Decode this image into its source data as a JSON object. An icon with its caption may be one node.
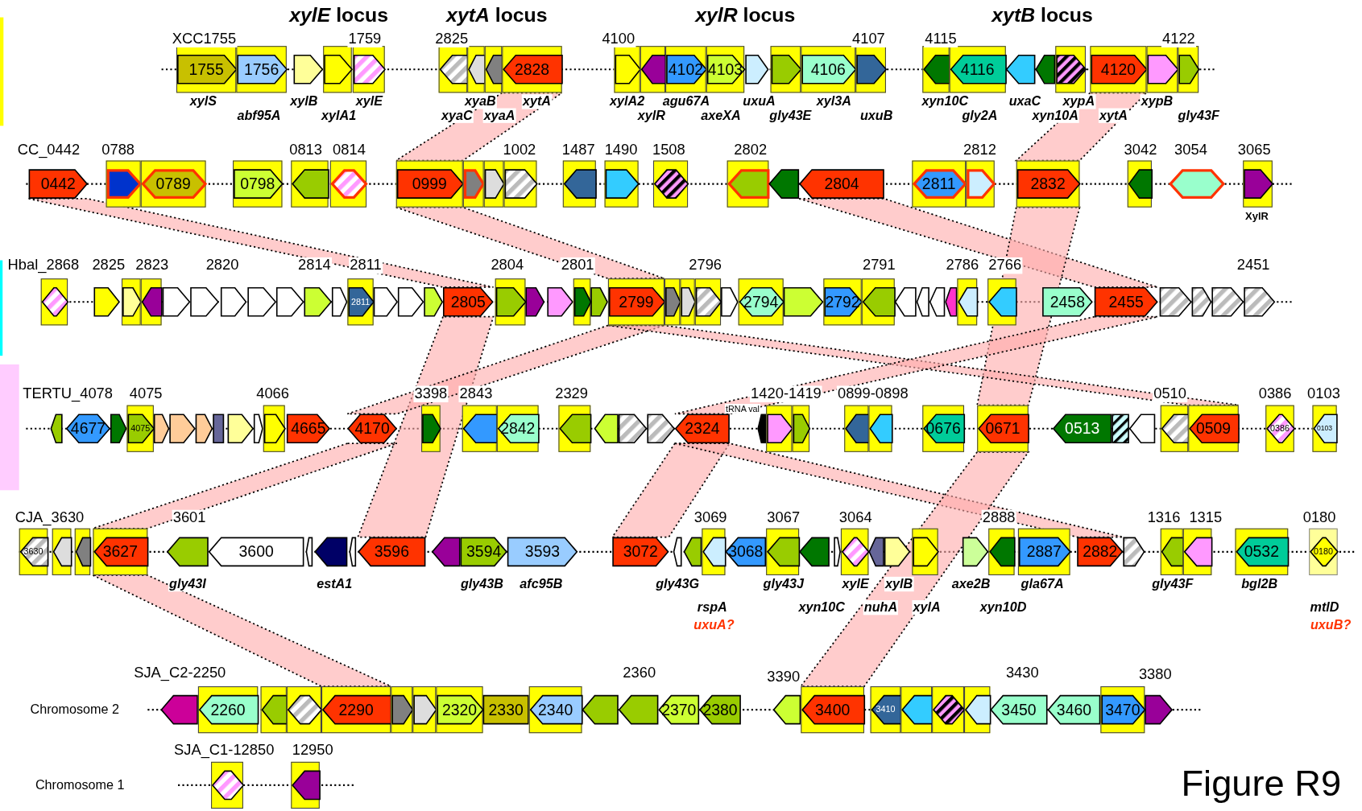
{
  "diagram": {
    "caption": "Figure R9",
    "nodes": [
      {
        "text": [
          "1755"
        ]
      },
      {
        "text": [
          "1756"
        ]
      },
      {
        "text": [],
        "shape": "pentagon"
      },
      {
        "text": [],
        "shape": "pentagon"
      },
      {
        "text": [],
        "shape": "pentagon"
      },
      {
        "text": [],
        "shape": "pentagon"
      },
      {
        "text": [],
        "shape": "pentagon"
      },
      {
        "text": [],
        "shape": "pentagon"
      },
      {
        "text": [
          "2828"
        ]
      },
      {
        "text": [],
        "shape": "pentagon"
      },
      {
        "text": [],
        "shape": "pentagon"
      },
      {
        "text": [
          "4102"
        ]
      },
      {
        "text": [
          "4103"
        ]
      },
      {
        "text": [],
        "shape": "pentagon"
      },
      {
        "text": [],
        "shape": "pentagon"
      },
      {
        "text": [
          "4106"
        ]
      },
      {
        "text": [],
        "shape": "pentagon"
      },
      {
        "text": [],
        "shape": "pentagon"
      },
      {
        "text": [
          "4116"
        ]
      },
      {
        "text": [],
        "shape": "pentagon"
      },
      {
        "text": [],
        "shape": "pentagon"
      },
      {
        "text": [],
        "shape": "pentagon"
      },
      {
        "text": [
          "4120"
        ]
      },
      {
        "text": [],
        "shape": "pentagon"
      },
      {
        "text": [],
        "shape": "pentagon"
      },
      {
        "text": [
          "0442"
        ]
      },
      {
        "text": [],
        "shape": "pentagon"
      },
      {
        "text": [
          "0789"
        ]
      },
      {
        "text": [
          "0798"
        ]
      },
      {
        "text": [],
        "shape": "pentagon"
      },
      {
        "text": [],
        "shape": "hexagon"
      },
      {
        "text": [
          "0999"
        ]
      },
      {
        "text": [],
        "shape": "pentagon"
      },
      {
        "text": [],
        "shape": "pentagon"
      },
      {
        "text": [],
        "shape": "pentagon"
      },
      {
        "text": [],
        "shape": "pentagon"
      },
      {
        "text": [],
        "shape": "pentagon"
      },
      {
        "text": [],
        "shape": "hexagon"
      },
      {
        "text": [],
        "shape": "pentagon"
      },
      {
        "text": [],
        "shape": "pentagon"
      },
      {
        "text": [
          "2804"
        ]
      },
      {
        "text": [
          "2811"
        ]
      },
      {
        "text": [],
        "shape": "pentagon"
      },
      {
        "text": [
          "2832"
        ]
      },
      {
        "text": [],
        "shape": "pentagon"
      },
      {
        "text": [],
        "shape": "hexagon"
      },
      {
        "text": [],
        "shape": "pentagon"
      },
      {
        "text": [],
        "shape": "hexagon"
      },
      {
        "text": [],
        "shape": "pentagon"
      },
      {
        "text": [],
        "shape": "pentagon"
      },
      {
        "text": [],
        "shape": "pentagon"
      },
      {
        "text": [],
        "shape": "pentagon"
      },
      {
        "text": [],
        "shape": "pentagon"
      },
      {
        "text": [],
        "shape": "pentagon"
      },
      {
        "text": [],
        "shape": "pentagon"
      },
      {
        "text": [],
        "shape": "pentagon"
      },
      {
        "text": [],
        "shape": "pentagon"
      },
      {
        "text": [],
        "shape": "pentagon"
      },
      {
        "text": [
          "2811"
        ]
      },
      {
        "text": [],
        "shape": "pentagon"
      },
      {
        "text": [],
        "shape": "pentagon"
      },
      {
        "text": [],
        "shape": "pentagon"
      },
      {
        "text": [
          "2805"
        ]
      },
      {
        "text": [],
        "shape": "pentagon"
      },
      {
        "text": [],
        "shape": "pentagon"
      },
      {
        "text": [],
        "shape": "pentagon"
      },
      {
        "text": [],
        "shape": "pentagon"
      },
      {
        "text": [],
        "shape": "pentagon"
      },
      {
        "text": [
          "2799"
        ]
      },
      {
        "text": [],
        "shape": "pentagon"
      },
      {
        "text": [],
        "shape": "pentagon"
      },
      {
        "text": [],
        "shape": "pentagon"
      },
      {
        "text": [],
        "shape": "pentagon"
      },
      {
        "text": [
          "2794"
        ]
      },
      {
        "text": [],
        "shape": "pentagon"
      },
      {
        "text": [
          "2792"
        ]
      },
      {
        "text": [],
        "shape": "pentagon"
      },
      {
        "text": [],
        "shape": "pentagon"
      },
      {
        "text": [],
        "shape": "pentagon"
      },
      {
        "text": [],
        "shape": "pentagon"
      },
      {
        "text": [],
        "shape": "pentagon"
      },
      {
        "text": [],
        "shape": "pentagon"
      },
      {
        "text": [],
        "shape": "pentagon"
      },
      {
        "text": [
          "2458"
        ]
      },
      {
        "text": [
          "2455"
        ]
      },
      {
        "text": [],
        "shape": "pentagon"
      },
      {
        "text": [],
        "shape": "pentagon"
      },
      {
        "text": [],
        "shape": "pentagon"
      },
      {
        "text": [],
        "shape": "pentagon"
      },
      {
        "text": [],
        "shape": "pentagon"
      },
      {
        "text": [
          "4677"
        ]
      },
      {
        "text": [],
        "shape": "pentagon"
      },
      {
        "text": [
          "4075"
        ]
      },
      {
        "text": [],
        "shape": "pentagon"
      },
      {
        "text": [],
        "shape": "pentagon"
      },
      {
        "text": [],
        "shape": "pentagon"
      },
      {
        "text": [],
        "shape": "box"
      },
      {
        "text": [],
        "shape": "pentagon"
      },
      {
        "text": [],
        "shape": "pentagon"
      },
      {
        "text": [],
        "shape": "pentagon"
      },
      {
        "text": [
          "4665"
        ]
      },
      {
        "text": [
          "4170"
        ]
      },
      {
        "text": [],
        "shape": "pentagon"
      },
      {
        "text": [],
        "shape": "pentagon"
      },
      {
        "text": [
          "2842"
        ]
      },
      {
        "text": [],
        "shape": "pentagon"
      },
      {
        "text": [],
        "shape": "pentagon"
      },
      {
        "text": [],
        "shape": "pentagon"
      },
      {
        "text": [],
        "shape": "pentagon"
      },
      {
        "text": [
          "2324"
        ]
      },
      {
        "text": [],
        "shape": "pentagon"
      },
      {
        "text": [],
        "shape": "pentagon"
      },
      {
        "text": [],
        "shape": "pentagon"
      },
      {
        "text": [],
        "shape": "pentagon"
      },
      {
        "text": [],
        "shape": "pentagon"
      },
      {
        "text": [
          "0676"
        ]
      },
      {
        "text": [
          "0671"
        ]
      },
      {
        "text": [
          "0513"
        ]
      },
      {
        "text": [],
        "shape": "box"
      },
      {
        "text": [],
        "shape": "pentagon"
      },
      {
        "text": [],
        "shape": "pentagon"
      },
      {
        "text": [
          "0509"
        ]
      },
      {
        "text": [
          "0386"
        ]
      },
      {
        "text": [
          "0103"
        ]
      },
      {
        "text": [
          "3630"
        ]
      },
      {
        "text": [],
        "shape": "pentagon"
      },
      {
        "text": [],
        "shape": "pentagon"
      },
      {
        "text": [
          "3627"
        ]
      },
      {
        "text": [],
        "shape": "pentagon"
      },
      {
        "text": [
          "3600"
        ]
      },
      {
        "text": [],
        "shape": "pentagon"
      },
      {
        "text": [],
        "shape": "pentagon"
      },
      {
        "text": [],
        "shape": "pentagon"
      },
      {
        "text": [
          "3596"
        ]
      },
      {
        "text": [],
        "shape": "pentagon"
      },
      {
        "text": [
          "3594"
        ]
      },
      {
        "text": [
          "3593"
        ]
      },
      {
        "text": [
          "3072"
        ]
      },
      {
        "text": [],
        "shape": "pentagon"
      },
      {
        "text": [],
        "shape": "pentagon"
      },
      {
        "text": [],
        "shape": "pentagon"
      },
      {
        "text": [
          "3068"
        ]
      },
      {
        "text": [],
        "shape": "pentagon"
      },
      {
        "text": [],
        "shape": "pentagon"
      },
      {
        "text": [],
        "shape": "pentagon"
      },
      {
        "text": [],
        "shape": "hexagon"
      },
      {
        "text": [],
        "shape": "pentagon"
      },
      {
        "text": [],
        "shape": "pentagon"
      },
      {
        "text": [],
        "shape": "pentagon"
      },
      {
        "text": [],
        "shape": "pentagon"
      },
      {
        "text": [],
        "shape": "pentagon"
      },
      {
        "text": [
          "2887"
        ]
      },
      {
        "text": [
          "2882"
        ]
      },
      {
        "text": [],
        "shape": "pentagon"
      },
      {
        "text": [],
        "shape": "pentagon"
      },
      {
        "text": [],
        "shape": "pentagon"
      },
      {
        "text": [
          "0532"
        ]
      },
      {
        "text": [
          "0180"
        ]
      },
      {
        "text": [],
        "shape": "pentagon"
      },
      {
        "text": [
          "2260"
        ]
      },
      {
        "text": [],
        "shape": "pentagon"
      },
      {
        "text": [],
        "shape": "hexagon"
      },
      {
        "text": [
          "2290"
        ]
      },
      {
        "text": [],
        "shape": "pentagon"
      },
      {
        "text": [],
        "shape": "pentagon"
      },
      {
        "text": [
          "2320"
        ]
      },
      {
        "text": [
          "2330"
        ]
      },
      {
        "text": [
          "2340"
        ]
      },
      {
        "text": [],
        "shape": "pentagon"
      },
      {
        "text": [],
        "shape": "pentagon"
      },
      {
        "text": [
          "2370"
        ]
      },
      {
        "text": [
          "2380"
        ]
      },
      {
        "text": [],
        "shape": "pentagon"
      },
      {
        "text": [
          "3400"
        ]
      },
      {
        "text": [
          "3410"
        ]
      },
      {
        "text": [],
        "shape": "pentagon"
      },
      {
        "text": [],
        "shape": "hexagon"
      },
      {
        "text": [],
        "shape": "pentagon"
      },
      {
        "text": [
          "3450"
        ]
      },
      {
        "text": [
          "3460"
        ]
      },
      {
        "text": [
          "3470"
        ]
      },
      {
        "text": [],
        "shape": "pentagon"
      },
      {
        "text": [],
        "shape": "hexagon"
      },
      {
        "text": [],
        "shape": "pentagon"
      }
    ],
    "edges": [
      {
        "from": 8,
        "to": 31,
        "arrow": "none"
      },
      {
        "from": 22,
        "to": 43,
        "arrow": "none"
      },
      {
        "from": 25,
        "to": 62,
        "arrow": "none"
      },
      {
        "from": 31,
        "to": 68,
        "arrow": "none"
      },
      {
        "from": 40,
        "to": 84,
        "arrow": "none"
      },
      {
        "from": 43,
        "to": 116,
        "arrow": "none"
      },
      {
        "from": 62,
        "to": 133,
        "arrow": "none"
      },
      {
        "from": 68,
        "to": 101,
        "arrow": "none"
      },
      {
        "from": 68,
        "to": 121,
        "arrow": "none"
      },
      {
        "from": 84,
        "to": 109,
        "arrow": "none"
      },
      {
        "from": 101,
        "to": 127,
        "arrow": "none"
      },
      {
        "from": 109,
        "to": 137,
        "arrow": "none"
      },
      {
        "from": 109,
        "to": 152,
        "arrow": "none"
      },
      {
        "from": 127,
        "to": 162,
        "arrow": "none"
      },
      {
        "from": 116,
        "to": 173,
        "arrow": "none"
      }
    ],
    "labels": [
      "*xylE* locus",
      "*xytA* locus",
      "*xylR* locus",
      "*xytB* locus",
      "XCC1755",
      "1759",
      "2825",
      "4100",
      "4107",
      "4115",
      "4122",
      "xylS",
      "xylB",
      "xylE",
      "xyaB",
      "xytA",
      "xylA2",
      "agu67A",
      "uxuA",
      "xyl3A",
      "xyn10C",
      "uxaC",
      "xypA",
      "xypB",
      "abf95A",
      "xylA1",
      "xyaC",
      "xyaA",
      "xylR",
      "axeXA",
      "gly43E",
      "uxuB",
      "gly2A",
      "xyn10A",
      "xytA",
      "gly43F",
      "CC_0442",
      "0788",
      "0813",
      "0814",
      "1002",
      "1487",
      "1490",
      "1508",
      "2802",
      "2812",
      "3042",
      "3054",
      "3065",
      "XylR",
      "Hbal_2868",
      "2825",
      "2823",
      "2820",
      "2814",
      "2811",
      "2804",
      "2801",
      "2796",
      "2791",
      "2786",
      "2766",
      "2451",
      "TERTU_4078",
      "4075",
      "4066",
      "3398",
      "2843",
      "2329",
      "1420-1419",
      "0899-0898",
      "0510",
      "0386",
      "0103",
      "tRNA val",
      "CJA_3630",
      "3601",
      "3069",
      "3067",
      "3064",
      "2888",
      "1316",
      "1315",
      "0180",
      "gly43I",
      "estA1",
      "gly43B",
      "afc95B",
      "gly43G",
      "gly43J",
      "xylE",
      "xylB",
      "axe2B",
      "gla67A",
      "gly43F",
      "bgl2B",
      "rspA",
      "xyn10C",
      "nuhA",
      "xylA",
      "xyn10D",
      "mtlD",
      "uxuA?",
      "uxuB?",
      "SJA_C2-2250",
      "2360",
      "3390",
      "3430",
      "3380",
      "Chromosome 2",
      "SJA_C1-12850",
      "12950",
      "Chromosome 1"
    ]
  }
}
